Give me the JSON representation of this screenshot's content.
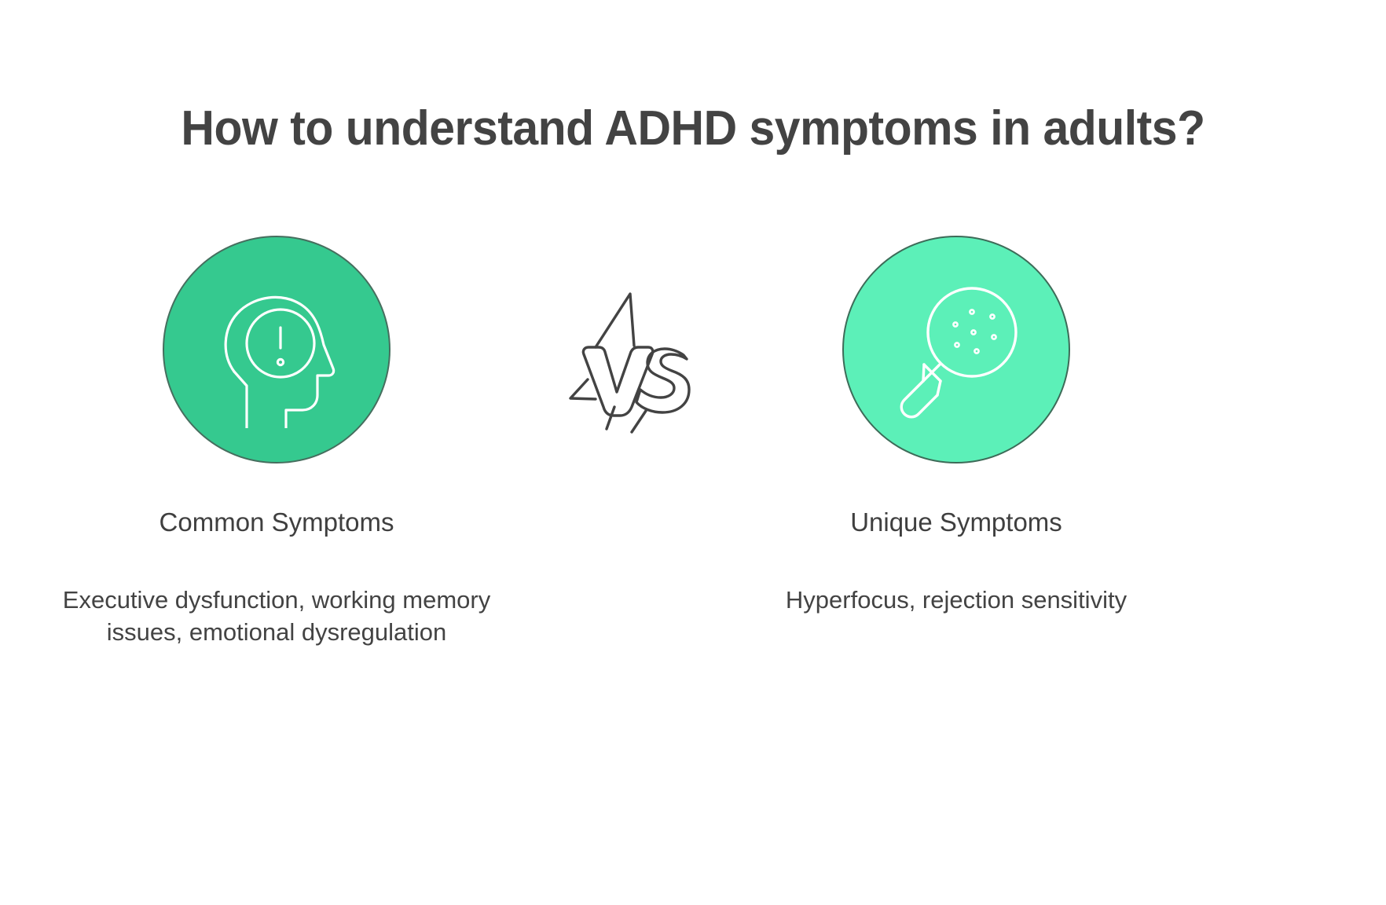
{
  "page": {
    "title": "How to understand ADHD symptoms in adults?",
    "background_color": "#ffffff",
    "text_color": "#434343"
  },
  "comparison": {
    "separator_label": "VS",
    "left": {
      "icon_name": "head-profile-alert-icon",
      "circle_color": "#35c98f",
      "label": "Common Symptoms",
      "description": "Executive dysfunction, working memory issues, emotional dysregulation"
    },
    "right": {
      "icon_name": "magnifying-glass-icon",
      "circle_color": "#5cf0b8",
      "label": "Unique Symptoms",
      "description": "Hyperfocus, rejection sensitivity"
    }
  }
}
